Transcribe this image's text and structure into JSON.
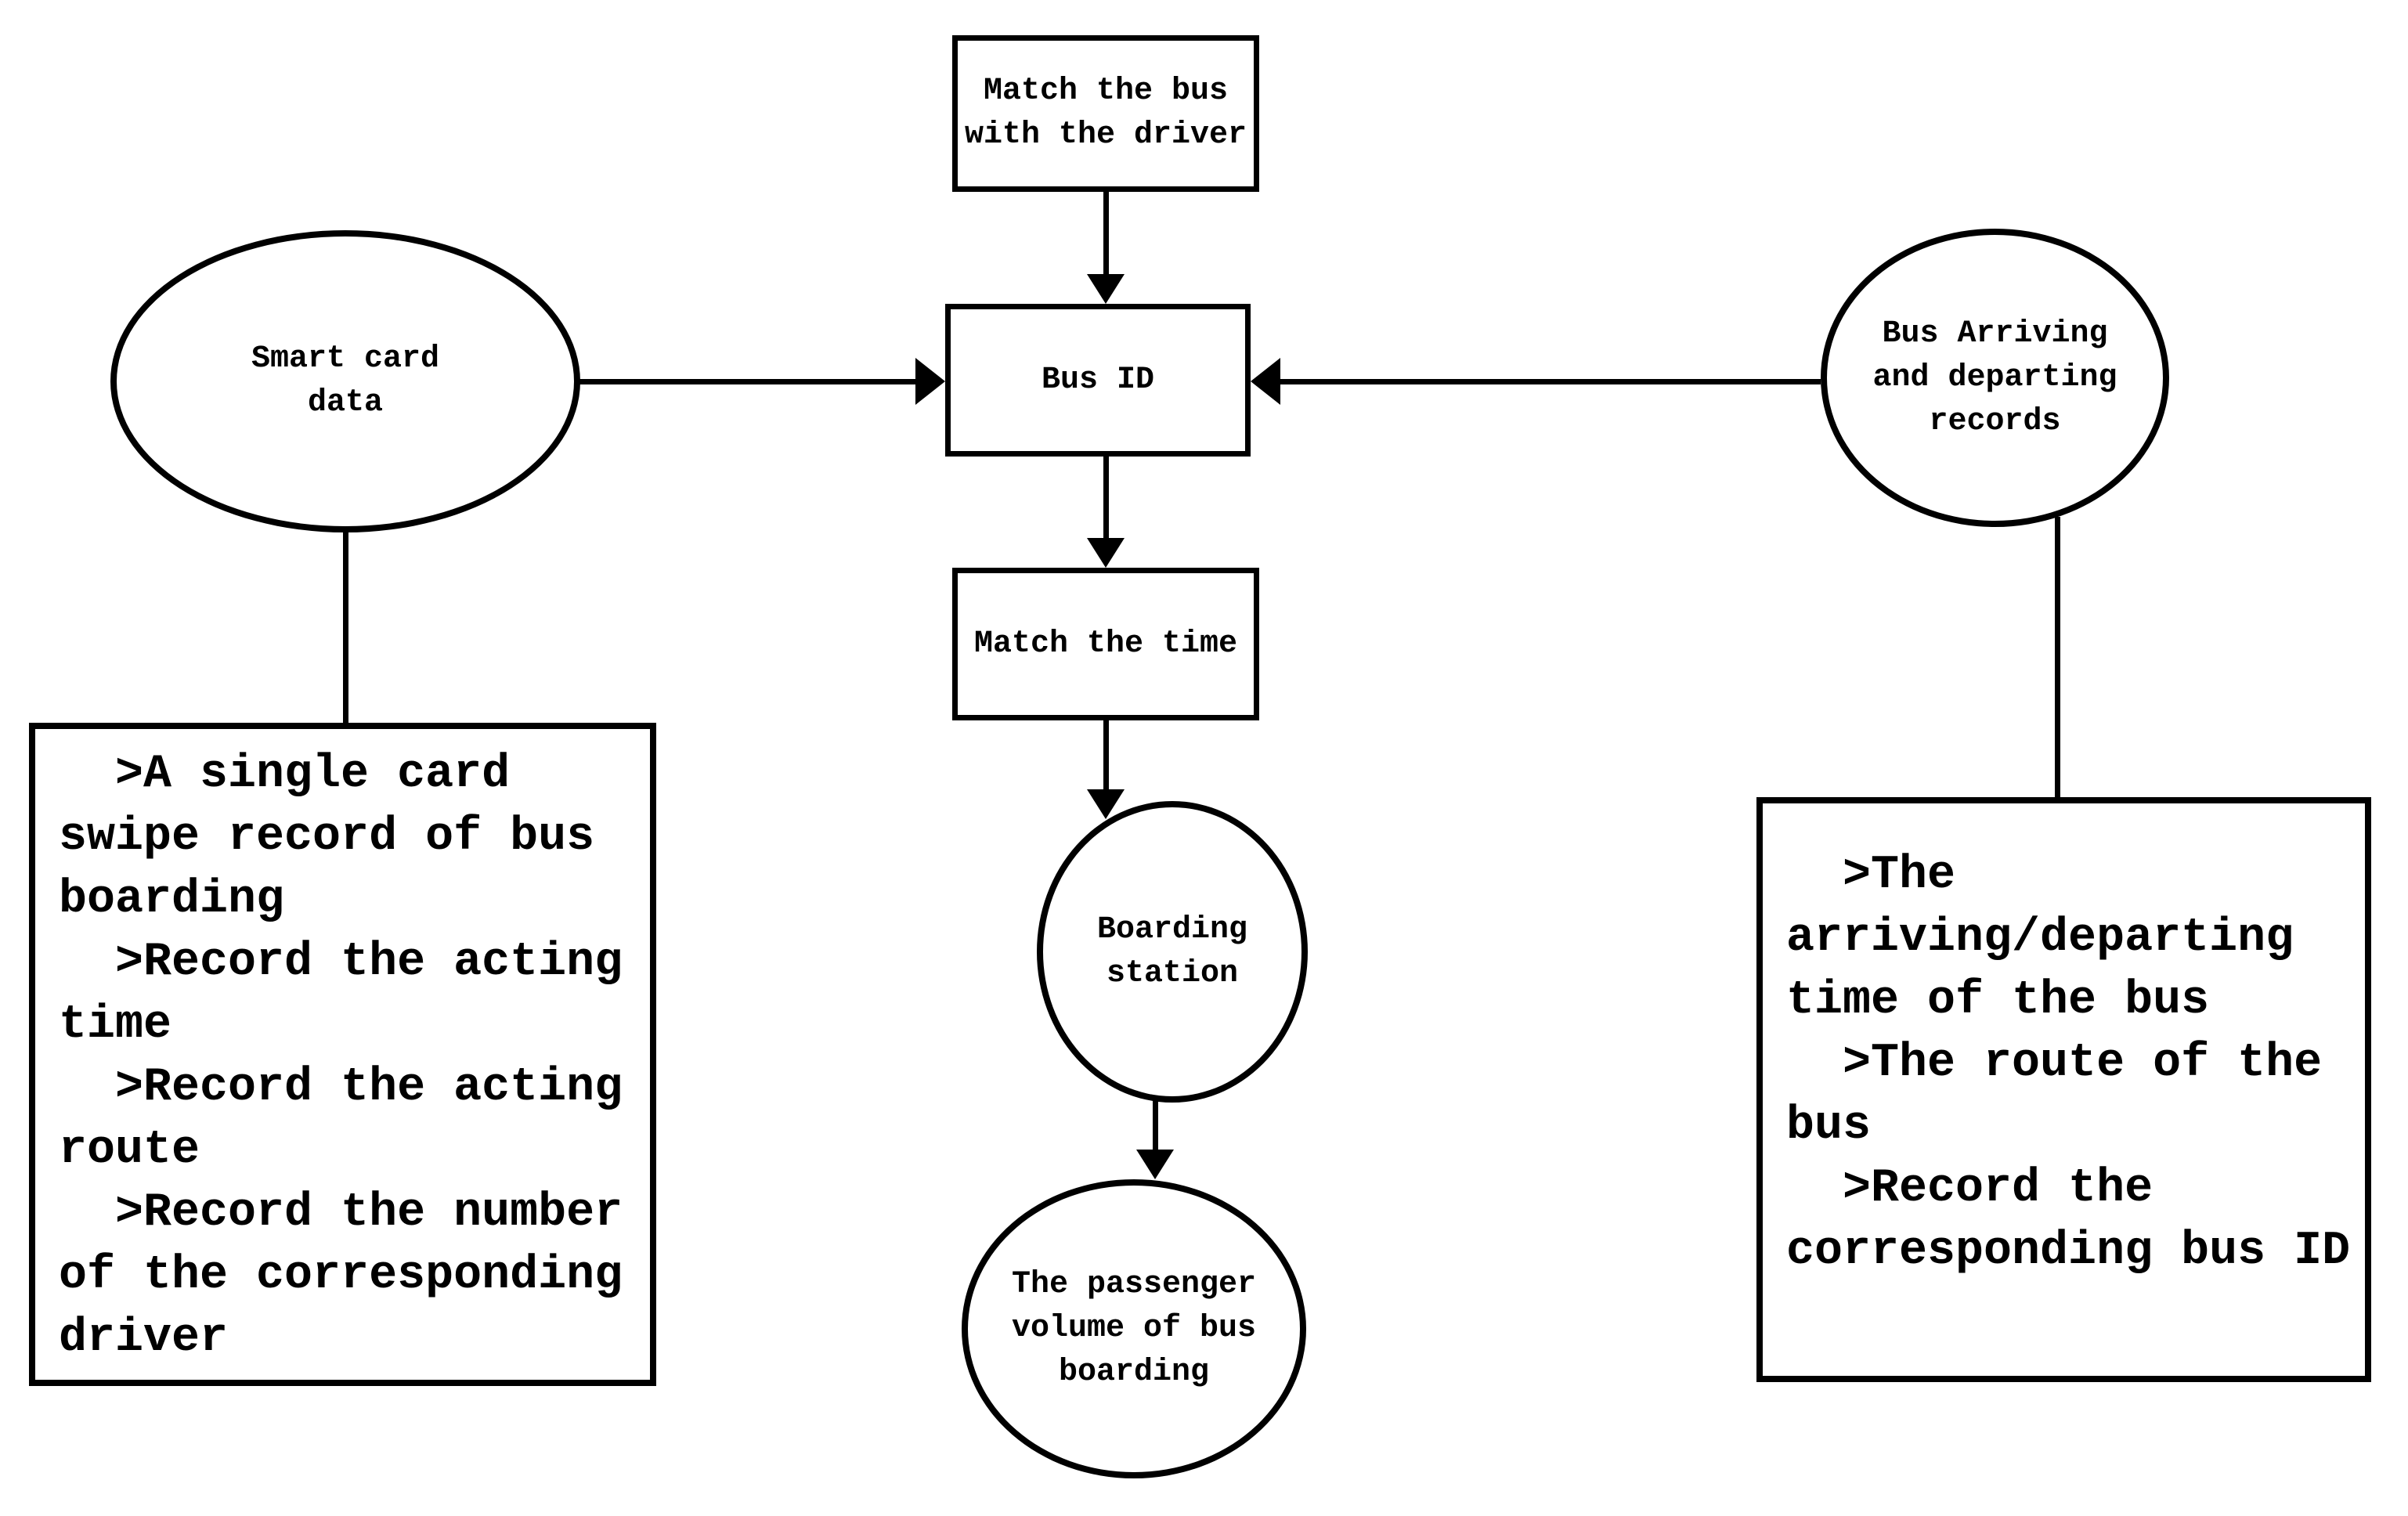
{
  "colors": {
    "background": "#ffffff",
    "stroke": "#000000",
    "text": "#000000"
  },
  "nodes": {
    "match_driver": {
      "shape": "rectangle",
      "lines": [
        "Match the bus",
        "with the driver"
      ]
    },
    "smart_card": {
      "shape": "ellipse",
      "lines": [
        "Smart card",
        "data"
      ]
    },
    "arriving_departing": {
      "shape": "ellipse",
      "lines": [
        "Bus Arriving",
        "and departing",
        "records"
      ]
    },
    "bus_id": {
      "shape": "rectangle",
      "lines": [
        "Bus ID"
      ]
    },
    "match_time": {
      "shape": "rectangle",
      "lines": [
        "Match the time"
      ]
    },
    "boarding_station": {
      "shape": "circle",
      "lines": [
        "Boarding",
        "station"
      ]
    },
    "passenger_volume": {
      "shape": "ellipse",
      "lines": [
        "The passenger",
        "volume of bus",
        "boarding"
      ]
    },
    "smart_card_details": {
      "shape": "rectangle",
      "lines": [
        "  >A single card",
        "swipe record of bus",
        "boarding",
        "  >Record the acting",
        "time",
        "  >Record the acting",
        "route",
        "  >Record the number",
        "of the corresponding",
        "driver"
      ]
    },
    "records_details": {
      "shape": "rectangle",
      "lines": [
        "  >The",
        "arriving/departing",
        "time of the bus",
        "  >The route of the",
        "bus",
        "  >Record the",
        "corresponding bus ID"
      ]
    }
  },
  "edges": [
    {
      "from": "match_driver",
      "to": "bus_id",
      "type": "arrow"
    },
    {
      "from": "smart_card",
      "to": "bus_id",
      "type": "arrow"
    },
    {
      "from": "arriving_departing",
      "to": "bus_id",
      "type": "arrow"
    },
    {
      "from": "bus_id",
      "to": "match_time",
      "type": "arrow"
    },
    {
      "from": "match_time",
      "to": "boarding_station",
      "type": "arrow"
    },
    {
      "from": "boarding_station",
      "to": "passenger_volume",
      "type": "arrow"
    },
    {
      "from": "smart_card",
      "to": "smart_card_details",
      "type": "line"
    },
    {
      "from": "arriving_departing",
      "to": "records_details",
      "type": "line"
    }
  ]
}
